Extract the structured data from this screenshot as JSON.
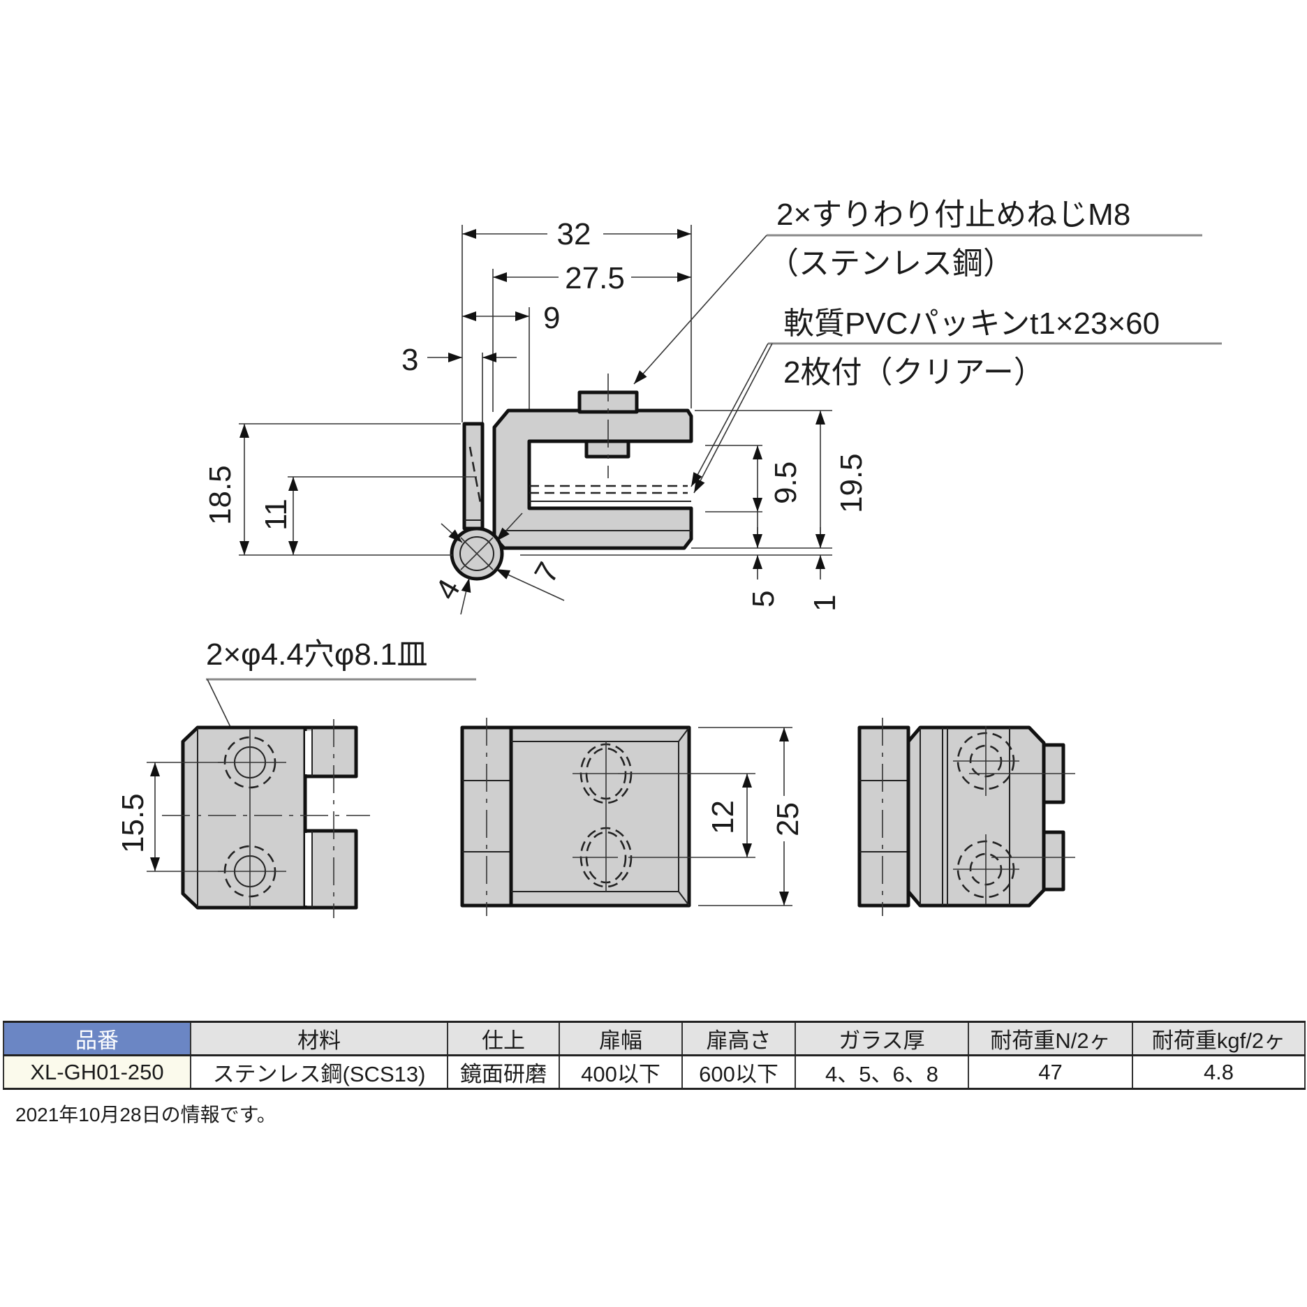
{
  "drawing": {
    "callouts": {
      "set_screw_line1": "2×すりわり付止めねじM8",
      "set_screw_line2": "（ステンレス鋼）",
      "packing_line1": "軟質PVCパッキンt1×23×60",
      "packing_line2": "2枚付（クリアー）",
      "holes": "2×φ4.4穴φ8.1皿"
    },
    "dimensions": {
      "width_total": "32",
      "width_inner": "27.5",
      "d9": "9",
      "d3": "3",
      "h18_5": "18.5",
      "h11": "11",
      "h9_5": "9.5",
      "h19_5": "19.5",
      "r4": "4",
      "r7": "7",
      "d5": "5",
      "d1": "1",
      "pitch_15_5": "15.5",
      "pitch_12": "12",
      "height_25": "25"
    }
  },
  "table": {
    "headers": [
      "品番",
      "材料",
      "仕上",
      "扉幅",
      "扉高さ",
      "ガラス厚",
      "耐荷重N/2ヶ",
      "耐荷重kgf/2ヶ"
    ],
    "rows": [
      [
        "XL-GH01-250",
        "ステンレス鋼(SCS13)",
        "鏡面研磨",
        "400以下",
        "600以下",
        "4、5、6、8",
        "47",
        "4.8"
      ]
    ]
  },
  "footnote": "2021年10月28日の情報です。",
  "colors": {
    "key_header_bg": "#6b86c4",
    "header_bg": "#e3e3e3",
    "key_cell_bg": "#fbfaec",
    "part_fill": "#cfcfcf"
  }
}
